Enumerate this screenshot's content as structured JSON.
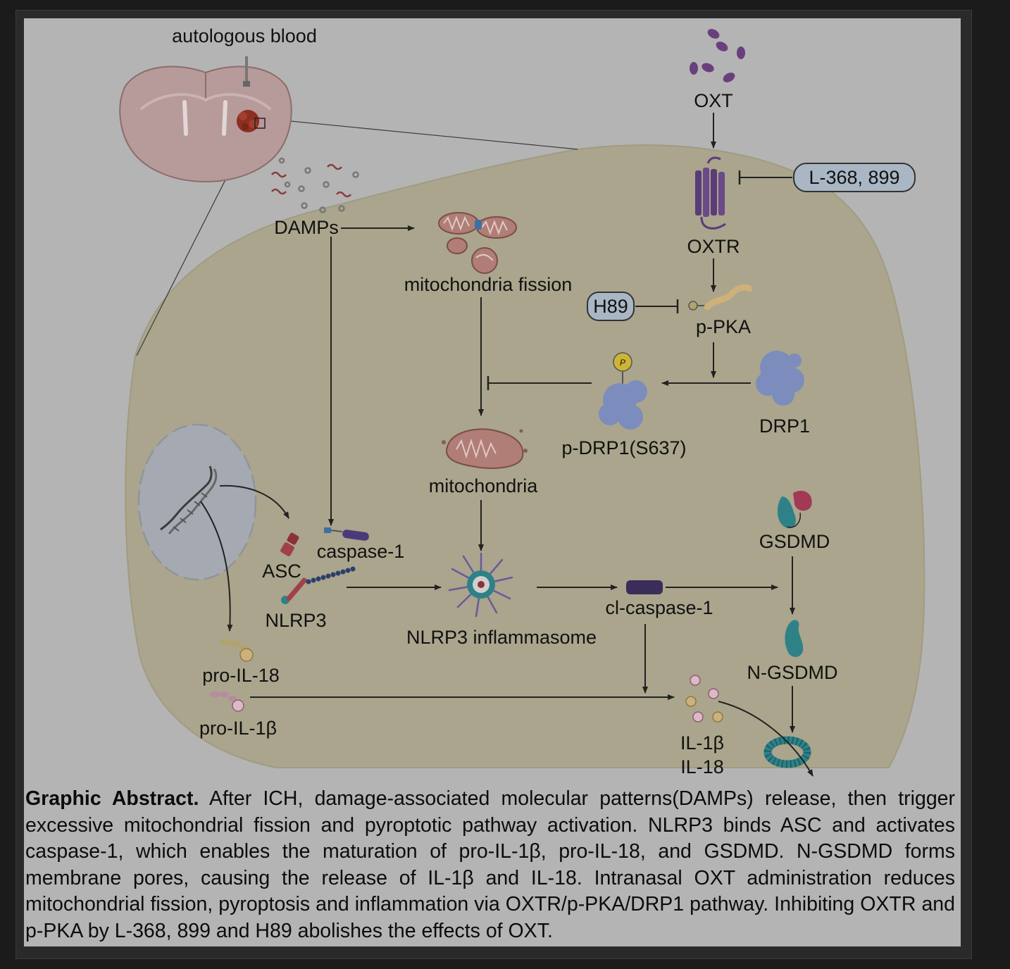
{
  "labels": {
    "autologous_blood": "autologous blood",
    "damps": "DAMPs",
    "oxt": "OXT",
    "oxtr": "OXTR",
    "l368": "L-368, 899",
    "h89": "H89",
    "ppka": "p-PKA",
    "mito_fission": "mitochondria fission",
    "pdrp1": "p-DRP1(S637)",
    "drp1": "DRP1",
    "p_symbol": "P",
    "mitochondria": "mitochondria",
    "caspase1": "caspase-1",
    "asc": "ASC",
    "nlrp3": "NLRP3",
    "inflammasome": "NLRP3 inflammasome",
    "cl_caspase1": "cl-caspase-1",
    "gsdmd": "GSDMD",
    "ngsdmd": "N-GSDMD",
    "pro_il18": "pro-IL-18",
    "pro_il1b": "pro-IL-1β",
    "il1b": "IL-1β",
    "il18": "IL-18"
  },
  "caption": {
    "heading": "Graphic Abstract.",
    "text": " After ICH, damage-associated molecular patterns(DAMPs) release, then trigger excessive mitochondrial fission and pyroptotic pathway activation. NLRP3 binds ASC and activates caspase-1, which enables the maturation of pro-IL-1β, pro-IL-18, and GSDMD. N-GSDMD forms membrane pores, causing the release of IL-1β and IL-18. Intranasal OXT administration reduces mitochondrial fission, pyroptosis and inflammation via OXTR/p-PKA/DRP1 pathway. Inhibiting OXTR and p-PKA by L-368, 899 and H89 abolishes the effects of OXT."
  },
  "colors": {
    "panel_bg": "#b4b4b4",
    "cell_fill": "#aaa58c",
    "nucleus_fill": "#a5aab2",
    "oxt_purple": "#6a3f7e",
    "receptor_purple": "#5a3c78",
    "drp1_blue": "#7c8dbd",
    "mito_pink": "#b07e76",
    "teal": "#2f8188",
    "inhibitor_box": "#a9b6c4"
  }
}
